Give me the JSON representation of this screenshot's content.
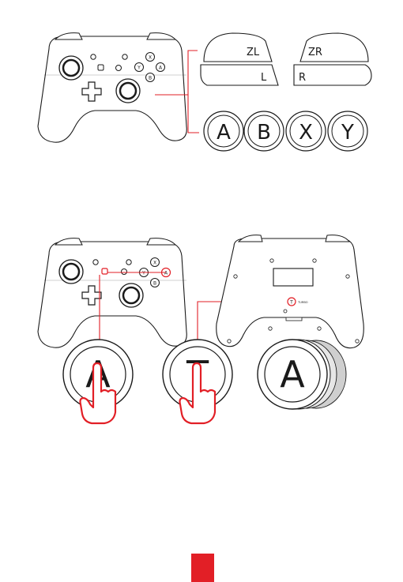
{
  "triggers": {
    "zl": "ZL",
    "zr": "ZR",
    "l": "L",
    "r": "R"
  },
  "face_buttons": [
    "A",
    "B",
    "X",
    "Y"
  ],
  "turbo_demo": {
    "a_button": "A",
    "t_button": "T",
    "stacked_button": "A"
  },
  "back_label": "TURBO",
  "colors": {
    "accent": "#e21f26",
    "line": "#1a1a1a",
    "shadow": "#cfcfcf"
  }
}
